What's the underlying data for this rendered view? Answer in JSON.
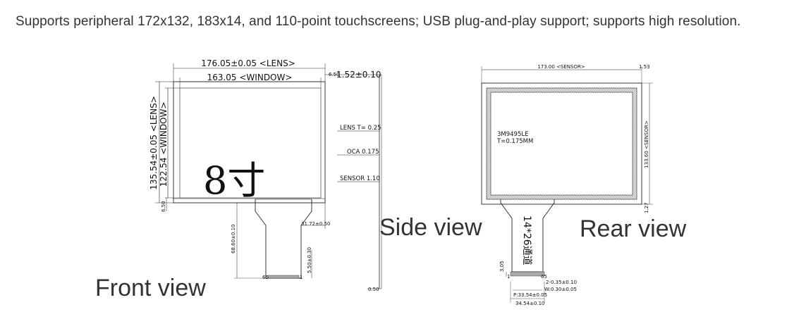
{
  "caption": "Supports peripheral 172x132, 183x14, and 110-point touchscreens; USB plug-and-play support; supports high resolution.",
  "size_label": "8寸",
  "views": {
    "front": "Front view",
    "side": "Side view",
    "rear": "Rear view"
  },
  "front_dims": {
    "lens_width": "176.05±0.05 <LENS>",
    "window_width": "163.05 <WINDOW>",
    "lens_height": "135.54±0.05 <LENS>",
    "window_height": "122.54 <WINDOW>",
    "top_gap": "6.50",
    "left_gap": "6.50",
    "tail_length": "68.60±0.10",
    "tail_offset": "31.72±0.50",
    "tail_end": "5.50±0.30",
    "pin_first": "65",
    "pin_last": "1"
  },
  "side_dims": {
    "thickness": "1.52±0.10",
    "lens": "LENS T= 0.25",
    "oca": "OCA 0.175",
    "sensor": "SENSOR 1.10",
    "bottom": "0.50"
  },
  "rear_dims": {
    "sensor_width": "173.00 <SENSOR>",
    "top_offset": "1.53",
    "sensor_height": "133.60 <SENSOR>",
    "bottom_offset": "1.27",
    "material": "3M9495LE",
    "thickness": "T=0.175MM",
    "channels": "14*26通道",
    "tail_gap": "3.05",
    "pitch": "2-0.35±0.10",
    "pin_width": "W:0.30±0.05",
    "pin_span": "P:33.54±0.05",
    "total_width": "34.54±0.10",
    "pin_a": "1",
    "pin_b": "65"
  }
}
